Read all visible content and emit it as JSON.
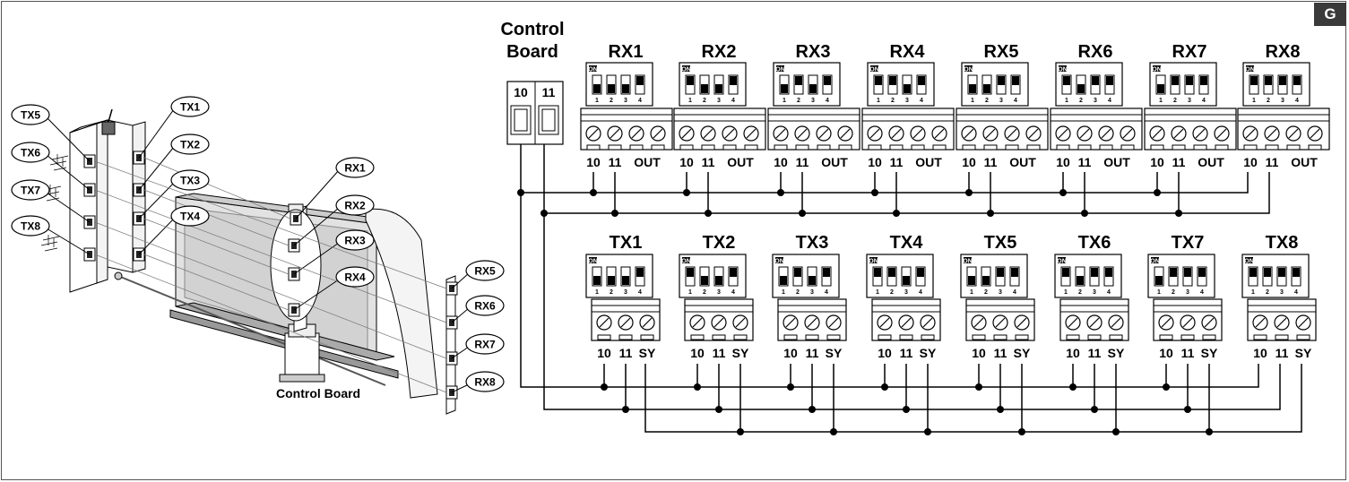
{
  "page_badge": "G",
  "left_figure": {
    "tx_labels": [
      "TX1",
      "TX2",
      "TX3",
      "TX4",
      "TX5",
      "TX6",
      "TX7",
      "TX8"
    ],
    "rx_labels": [
      "RX1",
      "RX2",
      "RX3",
      "RX4",
      "RX5",
      "RX6",
      "RX7",
      "RX8"
    ],
    "control_board_label": "Control Board"
  },
  "control_board": {
    "title_line1": "Control",
    "title_line2": "Board",
    "terminals": [
      "10",
      "11"
    ]
  },
  "receivers": [
    {
      "label": "RX1",
      "dip": [
        1,
        1,
        1,
        0
      ]
    },
    {
      "label": "RX2",
      "dip": [
        0,
        1,
        1,
        0
      ]
    },
    {
      "label": "RX3",
      "dip": [
        1,
        0,
        1,
        0
      ]
    },
    {
      "label": "RX4",
      "dip": [
        0,
        0,
        1,
        0
      ]
    },
    {
      "label": "RX5",
      "dip": [
        1,
        1,
        0,
        0
      ]
    },
    {
      "label": "RX6",
      "dip": [
        0,
        1,
        0,
        0
      ]
    },
    {
      "label": "RX7",
      "dip": [
        1,
        0,
        0,
        0
      ]
    },
    {
      "label": "RX8",
      "dip": [
        0,
        0,
        0,
        0
      ]
    }
  ],
  "transmitters": [
    {
      "label": "TX1",
      "dip": [
        1,
        1,
        1,
        0
      ]
    },
    {
      "label": "TX2",
      "dip": [
        0,
        1,
        1,
        0
      ]
    },
    {
      "label": "TX3",
      "dip": [
        1,
        0,
        1,
        0
      ]
    },
    {
      "label": "TX4",
      "dip": [
        0,
        0,
        1,
        0
      ]
    },
    {
      "label": "TX5",
      "dip": [
        1,
        1,
        0,
        0
      ]
    },
    {
      "label": "TX6",
      "dip": [
        0,
        1,
        0,
        0
      ]
    },
    {
      "label": "TX7",
      "dip": [
        1,
        0,
        0,
        0
      ]
    },
    {
      "label": "TX8",
      "dip": [
        0,
        0,
        0,
        0
      ]
    }
  ],
  "dip_on_label": "ON",
  "dip_numbers": [
    "1",
    "2",
    "3",
    "4"
  ],
  "rx_terminal_labels": [
    "10",
    "11",
    "OUT"
  ],
  "tx_terminal_labels": [
    "10",
    "11",
    "SY"
  ]
}
